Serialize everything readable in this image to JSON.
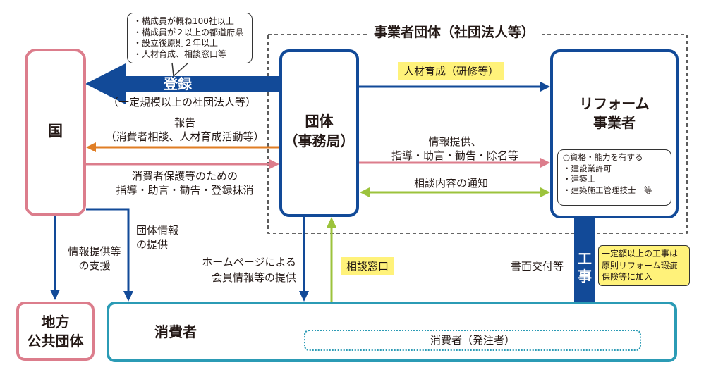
{
  "colors": {
    "navy": "#124a98",
    "pink": "#dc7d8c",
    "teal": "#2b9bb5",
    "green": "#9cc33c",
    "orange": "#e07e25",
    "highlight": "#fff27a"
  },
  "group_title": "事業者団体（社団法人等）",
  "callout": {
    "items": [
      "・構成員が概ね100社以上",
      "・構成員が２以上の都道府県",
      "・設立後原則２年以上",
      "・人材育成、相談窓口等"
    ]
  },
  "nodes": {
    "kuni": "国",
    "dantai": [
      "団体",
      "（事務局）"
    ],
    "reform": {
      "title": [
        "リフォーム",
        "事業者"
      ],
      "qual_items": [
        "○資格・能力を有する",
        "・建設業許可",
        "・建築士",
        "・建築施工管理技士　等"
      ]
    },
    "chiho": [
      "地方",
      "公共団体"
    ],
    "shohisha": "消費者",
    "hacchusha": "消費者（発注者）"
  },
  "edges": {
    "touroku": {
      "label": "登録",
      "sub": "（一定規模以上の社団法人等）"
    },
    "houkoku": [
      "報告",
      "（消費者相談、人材育成活動等）"
    ],
    "shido": [
      "消費者保護等のための",
      "指導・助言・勧告・登録抹消"
    ],
    "jinzai": "人材育成（研修等）",
    "jouhou_teikyo": [
      "情報提供、",
      "指導・助言・勧告・除名等"
    ],
    "soudan_tsuchi": "相談内容の通知",
    "shien": [
      "情報提供等",
      "の支援"
    ],
    "dantai_jouhou": [
      "団体情報",
      "の提供"
    ],
    "homepage": [
      "ホームページによる",
      "会員情報等の提供"
    ],
    "soudan_madoguchi": "相談窓口",
    "shomen": "書面交付等",
    "kouji": [
      "工",
      "事"
    ],
    "hoken_note": [
      "一定額以上の工事は",
      "原則リフォーム瑕疵",
      "保険等に加入"
    ]
  }
}
